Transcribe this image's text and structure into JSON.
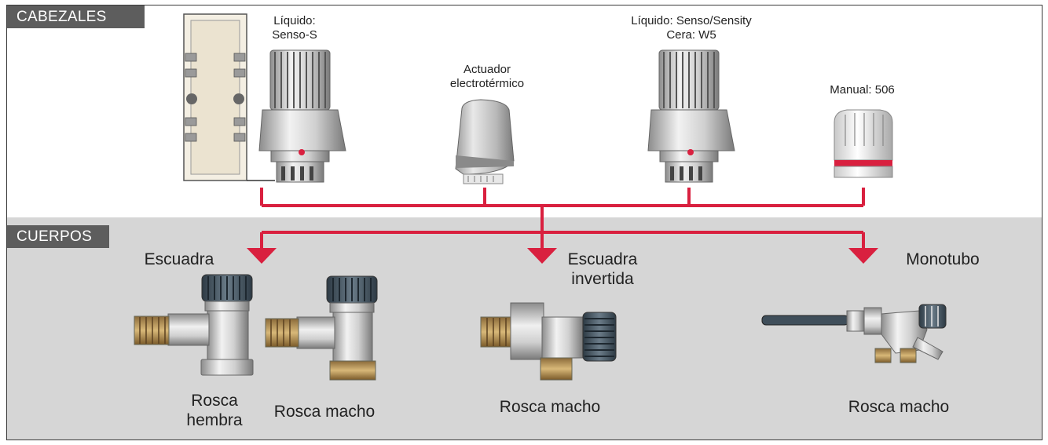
{
  "sections": {
    "heads_label": "CABEZALES",
    "bodies_label": "CUERPOS"
  },
  "heads": {
    "senso_s": {
      "line1": "Líquido:",
      "line2": "Senso-S"
    },
    "actuator": {
      "line1": "Actuador",
      "line2": "electrotérmico"
    },
    "senso_sensity": {
      "line1": "Líquido: Senso/Sensity",
      "line2": "Cera: W5"
    },
    "manual": {
      "label": "Manual: 506"
    }
  },
  "bodies": {
    "escuadra": {
      "title": "Escuadra",
      "female": {
        "line1": "Rosca",
        "line2": "hembra"
      },
      "male": {
        "label": "Rosca macho"
      }
    },
    "escuadra_invertida": {
      "title_line1": "Escuadra",
      "title_line2": "invertida",
      "male": {
        "label": "Rosca macho"
      }
    },
    "monotubo": {
      "title": "Monotubo",
      "male": {
        "label": "Rosca macho"
      }
    }
  },
  "colors": {
    "connector": "#d9203f",
    "section_tab": "#5d5d5d",
    "bodies_background": "#d6d6d6",
    "cap_dark": "#3f4e5a"
  }
}
